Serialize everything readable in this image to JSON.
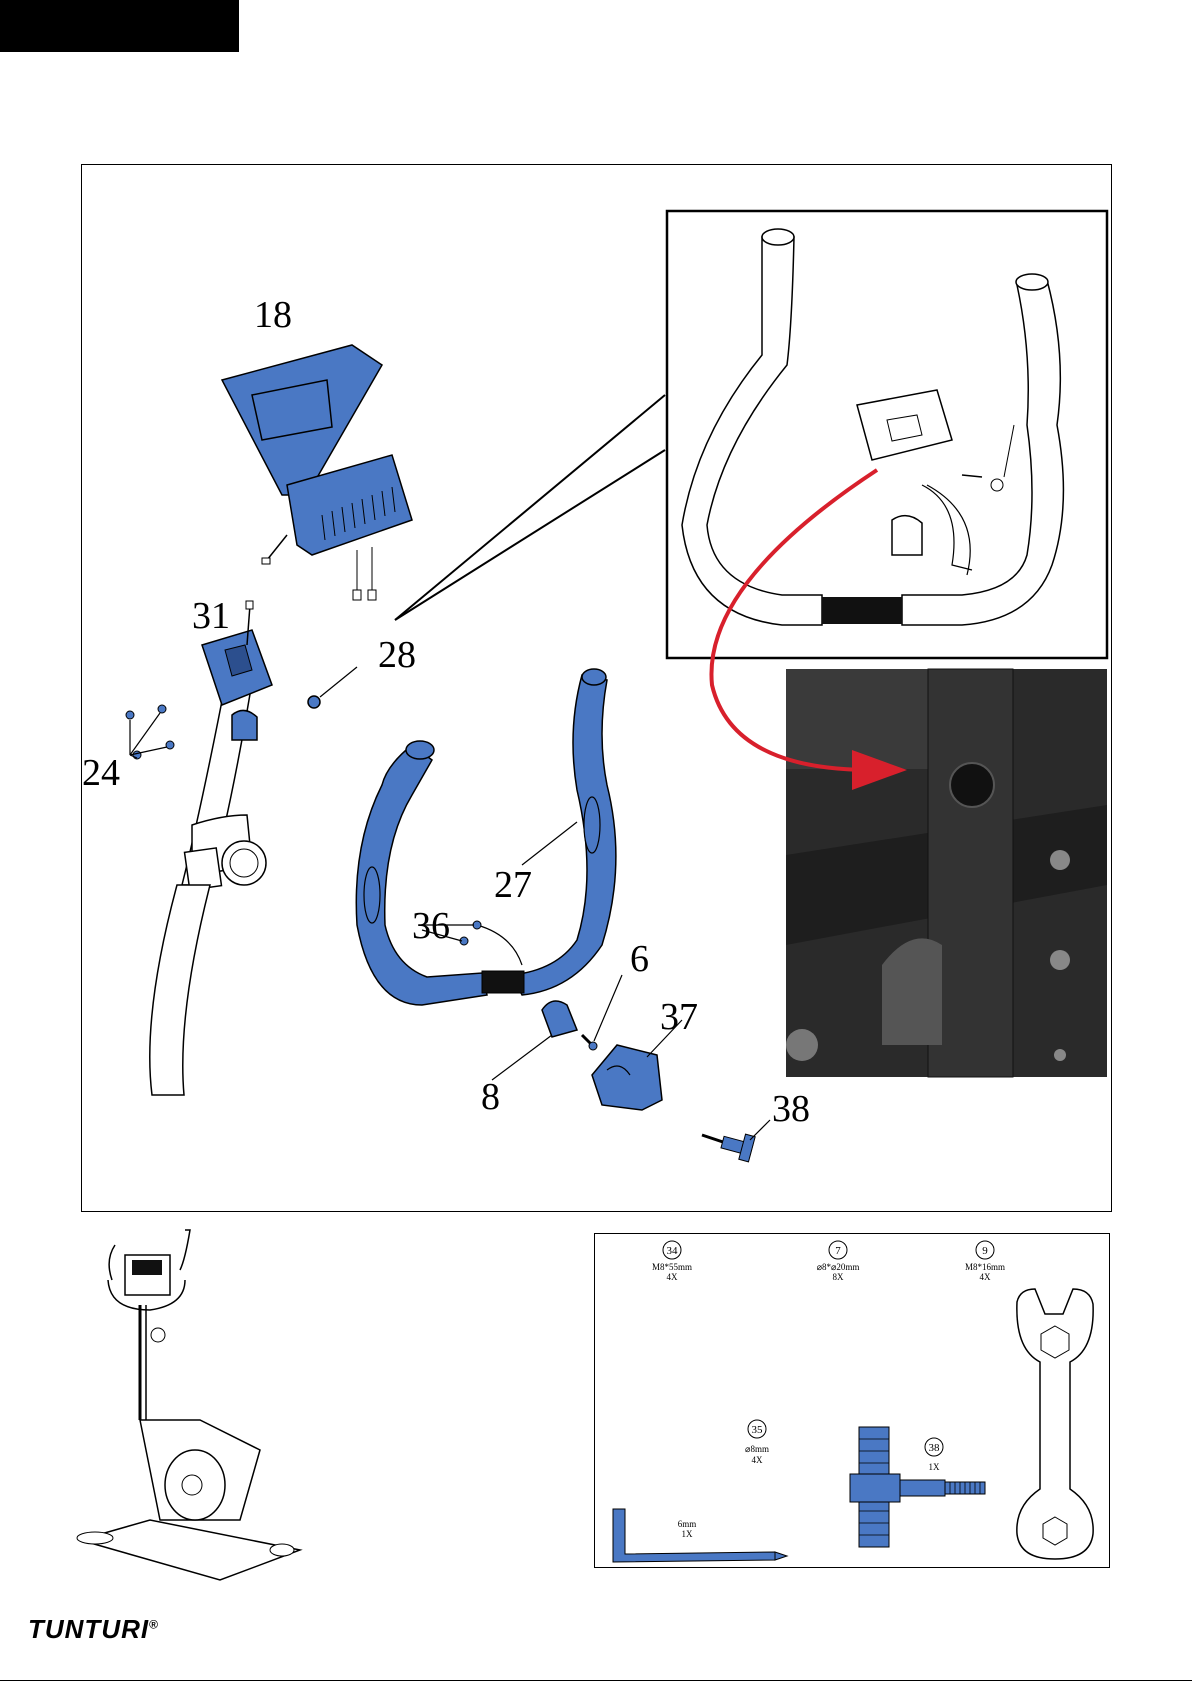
{
  "parts": {
    "console": "18",
    "plate": "31",
    "screws": "24",
    "nut": "28",
    "handlebar": "27",
    "connectors": "36",
    "bolt": "6",
    "clamp": "8",
    "cover": "37",
    "knob": "38"
  },
  "hardware": {
    "items": [
      {
        "num": "34",
        "size": "M8*55mm",
        "qty": "4X"
      },
      {
        "num": "7",
        "size": "⌀8*⌀20mm",
        "qty": "8X"
      },
      {
        "num": "9",
        "size": "M8*16mm",
        "qty": "4X"
      },
      {
        "num": "35",
        "size": "⌀8mm",
        "qty": "4X"
      },
      {
        "num": "38",
        "size": "",
        "qty": "1X"
      }
    ],
    "allen_key": {
      "size": "6mm",
      "qty": "1X"
    }
  },
  "brand": {
    "name": "TUNTURI",
    "mark": "®"
  },
  "colors": {
    "part_blue": "#4a78c4",
    "arrow_red": "#d8202c",
    "photo_dark": "#2a2a2a"
  }
}
